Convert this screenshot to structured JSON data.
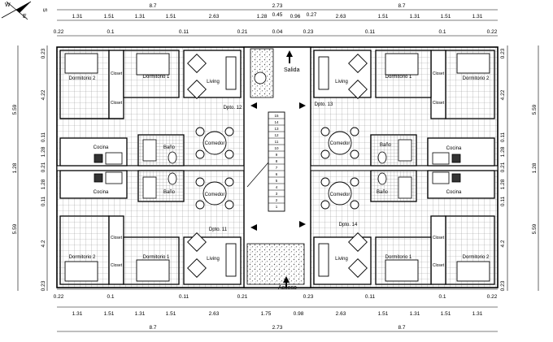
{
  "compass": {
    "s": "S",
    "e": "E",
    "w": "W"
  },
  "top_dims": {
    "row1": [
      "8.7",
      "2.73",
      "8.7"
    ],
    "row2": [
      "1.31",
      "1.51",
      "1.31",
      "1.51",
      "2.63",
      "1.28",
      "0.45",
      "0.96",
      "0.27",
      "2.63",
      "1.51",
      "1.31",
      "1.51",
      "1.31"
    ],
    "row3": [
      "0.22",
      "0.1",
      "0.11",
      "0.21",
      "0.04",
      "0.23",
      "0.11",
      "0.1",
      "0.22"
    ]
  },
  "bottom_dims": {
    "row1": [
      "0.22",
      "0.1",
      "0.11",
      "0.21",
      "0.23",
      "0.11",
      "0.1",
      "0.22"
    ],
    "row2": [
      "1.31",
      "1.51",
      "1.31",
      "1.51",
      "2.63",
      "1.75",
      "0.98",
      "2.63",
      "1.51",
      "1.31",
      "1.51",
      "1.31"
    ],
    "row3": [
      "8.7",
      "2.73",
      "8.7"
    ]
  },
  "left_dims": {
    "outer": [
      "5.59",
      "1.28",
      "5.59"
    ],
    "inner": [
      "0.23",
      "4.22",
      "0.11",
      "1.28",
      "0.21",
      "1.28",
      "0.11",
      "4.2",
      "0.23"
    ]
  },
  "right_dims": {
    "outer": [
      "5.59",
      "1.28",
      "5.59"
    ],
    "inner": [
      "0.23",
      "4.22",
      "0.11",
      "1.28",
      "0.21",
      "1.28",
      "0.11",
      "4.2",
      "0.23"
    ]
  },
  "units": [
    {
      "name": "Dpto. 12",
      "dorm2": "Dormitorio 2",
      "dorm1": "Dormitorio 1",
      "closet": "Closet",
      "living": "Living",
      "comedor": "Comedor",
      "bano": "Baño",
      "cocina": "Cocina"
    },
    {
      "name": "Dpto. 13",
      "dorm2": "Dormitorio 2",
      "dorm1": "Dormitorio 1",
      "closet": "Closet",
      "living": "Living",
      "comedor": "Comedor",
      "bano": "Baño",
      "cocina": "Cocina"
    },
    {
      "name": "Dpto. 11",
      "dorm2": "Dormitorio 2",
      "dorm1": "Dormitorio 1",
      "closet": "Closet",
      "living": "Living",
      "comedor": "Comedor",
      "bano": "Baño",
      "cocina": "Cocina"
    },
    {
      "name": "Dpto. 14",
      "dorm2": "Dormitorio 2",
      "dorm1": "Dormitorio 1",
      "closet": "Closet",
      "living": "Living",
      "comedor": "Comedor",
      "bano": "Baño",
      "cocina": "Cocina"
    }
  ],
  "core": {
    "salida": "Salida",
    "acceso": "Acceso",
    "steps": [
      "15",
      "14",
      "13",
      "12",
      "11",
      "10",
      "9",
      "8",
      "7",
      "6",
      "5",
      "4",
      "3",
      "2",
      "1"
    ]
  },
  "colors": {
    "line": "#000000",
    "grid": "#9a9a9a",
    "hatch": "#555555"
  }
}
